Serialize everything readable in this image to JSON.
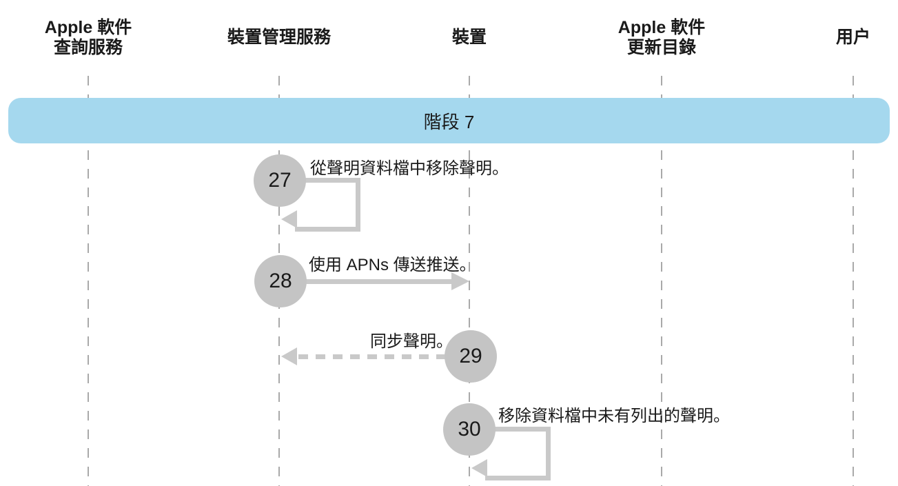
{
  "actors": [
    {
      "line1": "Apple 軟件",
      "line2": "查詢服務"
    },
    {
      "line1": "裝置管理服務"
    },
    {
      "line1": "裝置"
    },
    {
      "line1": "Apple 軟件",
      "line2": "更新目錄"
    },
    {
      "line1": "用户"
    }
  ],
  "phase": {
    "label": "階段 7"
  },
  "steps": [
    {
      "number": "27",
      "label": "從聲明資料檔中移除聲明。",
      "arrow": "self-loop",
      "on": "裝置管理服務"
    },
    {
      "number": "28",
      "label": "使用 APNs 傳送推送。",
      "arrow": "solid",
      "from": "裝置管理服務",
      "to": "裝置"
    },
    {
      "number": "29",
      "label": "同步聲明。",
      "arrow": "dashed",
      "from": "裝置",
      "to": "裝置管理服務"
    },
    {
      "number": "30",
      "label": "移除資料檔中未有列出的聲明。",
      "arrow": "self-loop",
      "on": "裝置"
    }
  ],
  "colors": {
    "banner": "#a5d8ee",
    "circle": "#c4c4c4",
    "arrow": "#c9c9c9",
    "lifeline": "#a9a9a9",
    "text": "#1a1a1a"
  }
}
